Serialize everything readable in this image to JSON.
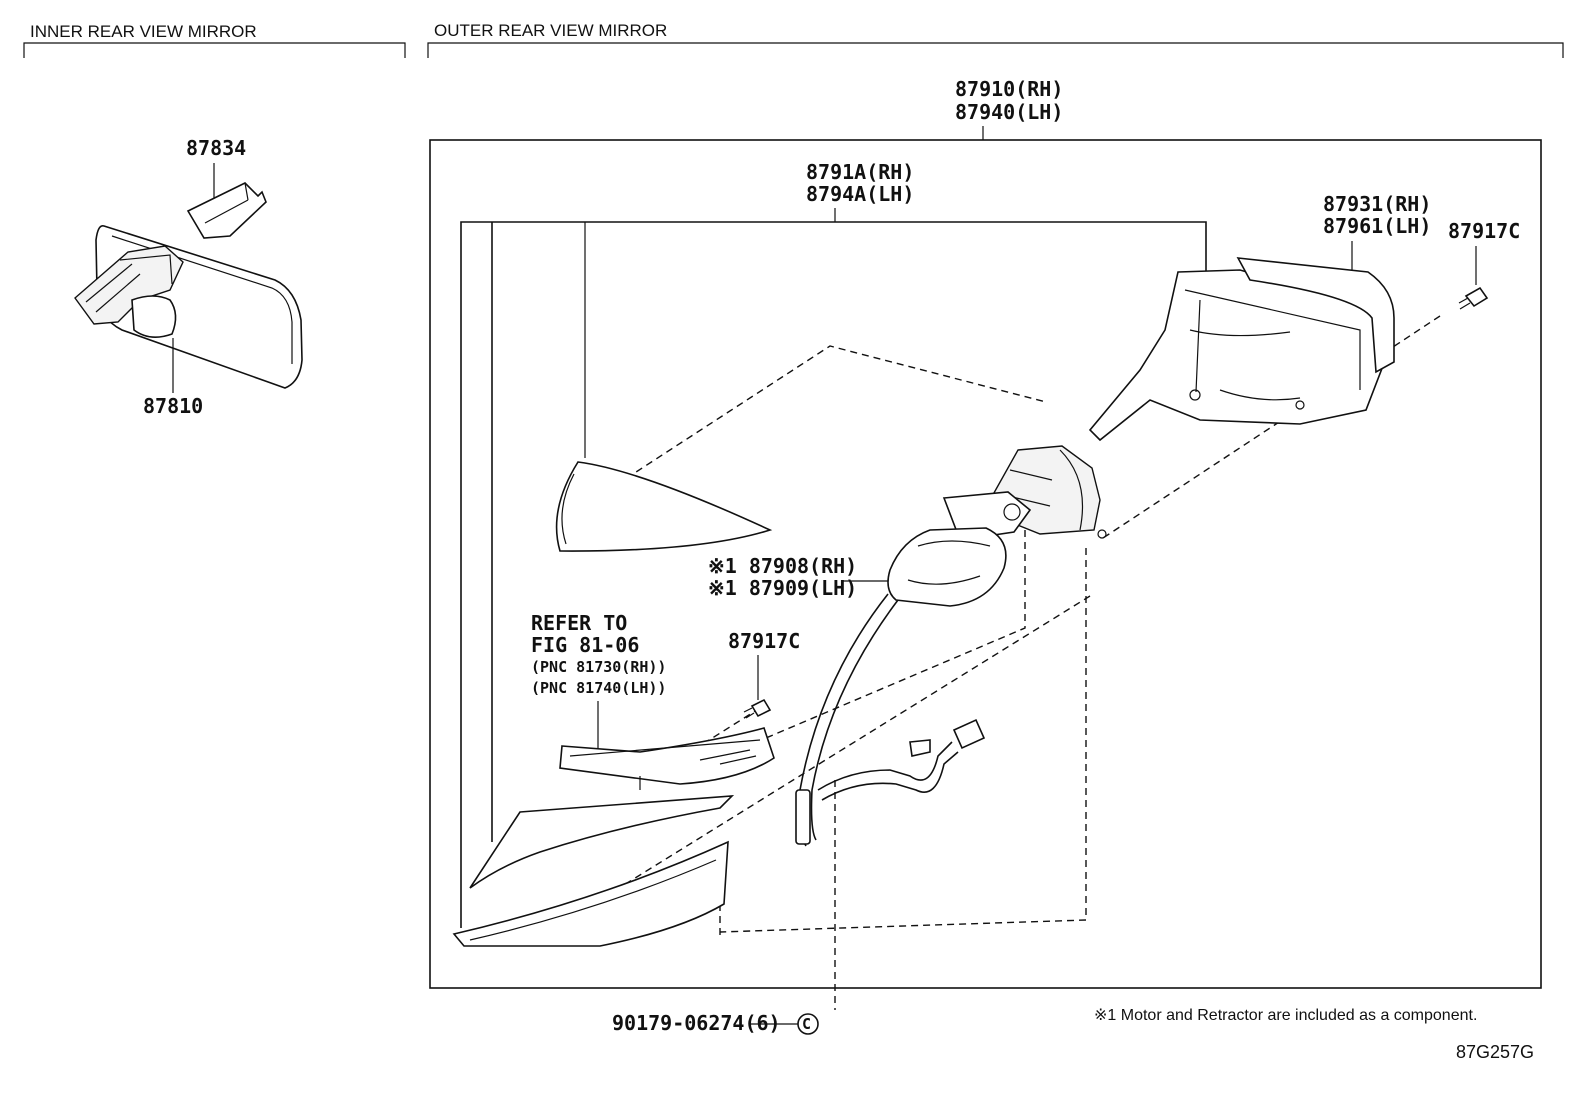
{
  "sections": {
    "inner": "INNER REAR VIEW MIRROR",
    "outer": "OUTER REAR VIEW MIRROR"
  },
  "parts": {
    "p87834": "87834",
    "p87810": "87810",
    "p87910": "87910(RH)",
    "p87940": "87940(LH)",
    "p8791A": "8791A(RH)",
    "p8794A": "8794A(LH)",
    "p87931": "87931(RH)",
    "p87961": "87961(LH)",
    "p87917c_top": "87917C",
    "p87908": "※1 87908(RH)",
    "p87909": "※1 87909(LH)",
    "p87917c_mid": "87917C",
    "p90179": "90179-06274(6)"
  },
  "reference": {
    "line1": "REFER TO",
    "line2": "FIG 81-06",
    "line3": "(PNC 81730(RH))",
    "line4": "(PNC 81740(LH))"
  },
  "footnote": "※1 Motor and Retractor are included as a component.",
  "figure_id": "87G257G",
  "clip_symbol": "C"
}
